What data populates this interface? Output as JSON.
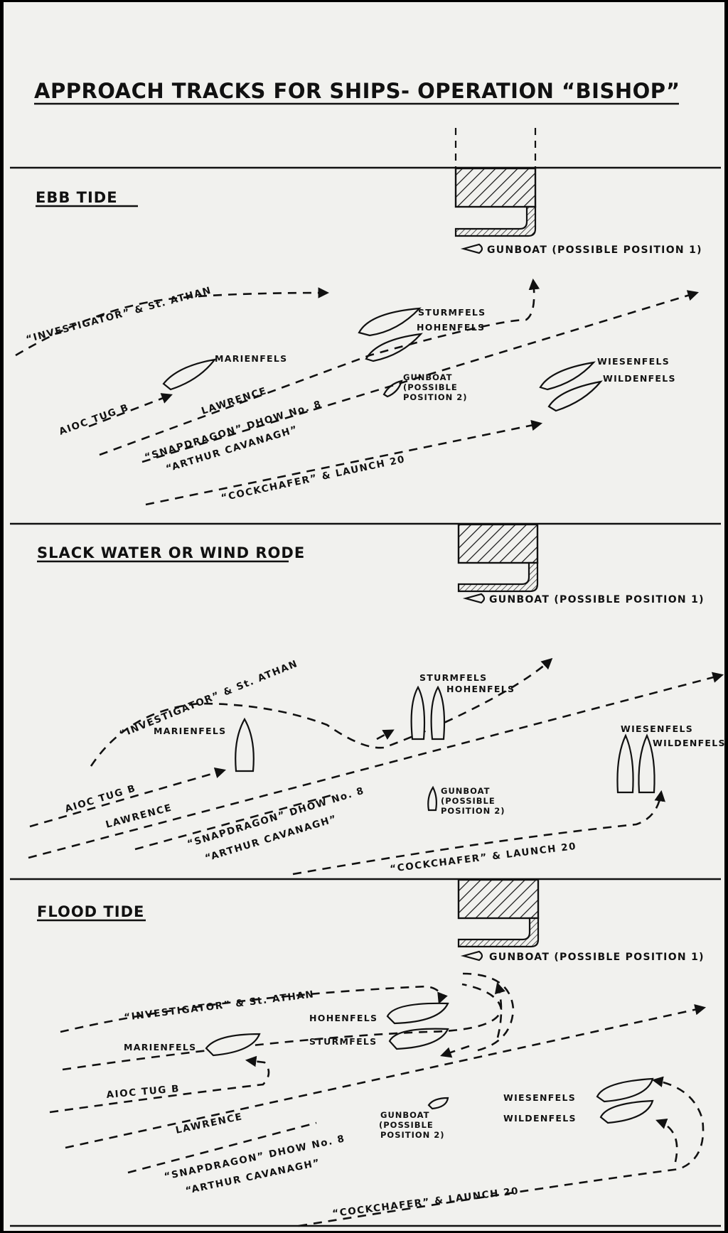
{
  "title": "APPROACH TRACKS FOR SHIPS- OPERATION “BISHOP”",
  "sections": [
    {
      "heading": "EBB TIDE",
      "gunboat_pos1": "GUNBOAT (POSSIBLE POSITION 1)",
      "gunboat_pos2": [
        "GUNBOAT",
        "(POSSIBLE",
        "POSITION 2)"
      ],
      "ships": {
        "sturmfels": "STURMFELS",
        "hohenfels": "HOHENFELS",
        "marienfels": "MARIENFELS",
        "wiesenfels": "WIESENFELS",
        "wildenfels": "WILDENFELS"
      },
      "tracks": {
        "investigator": "“INVESTIGATOR” & St. ATHAN",
        "aioc": "AIOC TUG B",
        "lawrence": "LAWRENCE",
        "snapdragon": "“SNAPDRAGON” DHOW No. 8",
        "arthur": "“ARTHUR CAVANAGH”",
        "cockchafer": "“COCKCHAFER” & LAUNCH 20"
      }
    },
    {
      "heading": "SLACK WATER OR WIND RODE",
      "gunboat_pos1": "GUNBOAT (POSSIBLE POSITION 1)",
      "gunboat_pos2": [
        "GUNBOAT",
        "(POSSIBLE",
        "POSITION 2)"
      ],
      "ships": {
        "sturmfels": "STURMFELS",
        "hohenfels": "HOHENFELS",
        "marienfels": "MARIENFELS",
        "wiesenfels": "WIESENFELS",
        "wildenfels": "WILDENFELS"
      },
      "tracks": {
        "investigator": "“INVESTIGATOR” & St. ATHAN",
        "aioc": "AIOC TUG B",
        "lawrence": "LAWRENCE",
        "snapdragon": "“SNAPDRAGON” DHOW No. 8",
        "arthur": "“ARTHUR CAVANAGH”",
        "cockchafer": "“COCKCHAFER” & LAUNCH 20"
      }
    },
    {
      "heading": "FLOOD TIDE",
      "gunboat_pos1": "GUNBOAT (POSSIBLE POSITION 1)",
      "gunboat_pos2": [
        "GUNBOAT",
        "(POSSIBLE",
        "POSITION 2)"
      ],
      "ships": {
        "hohenfels": "HOHENFELS",
        "sturmfels": "STURMFELS",
        "marienfels": "MARIENFELS",
        "wiesenfels": "WIESENFELS",
        "wildenfels": "WILDENFELS"
      },
      "tracks": {
        "investigator": "“INVESTIGATOR” & St. ATHAN",
        "aioc": "AIOC TUG B",
        "lawrence": "LAWRENCE",
        "snapdragon": "“SNAPDRAGON” DHOW No. 8",
        "arthur": "“ARTHUR CAVANAGH”",
        "cockchafer": "“COCKCHAFER” & LAUNCH 20"
      }
    }
  ]
}
